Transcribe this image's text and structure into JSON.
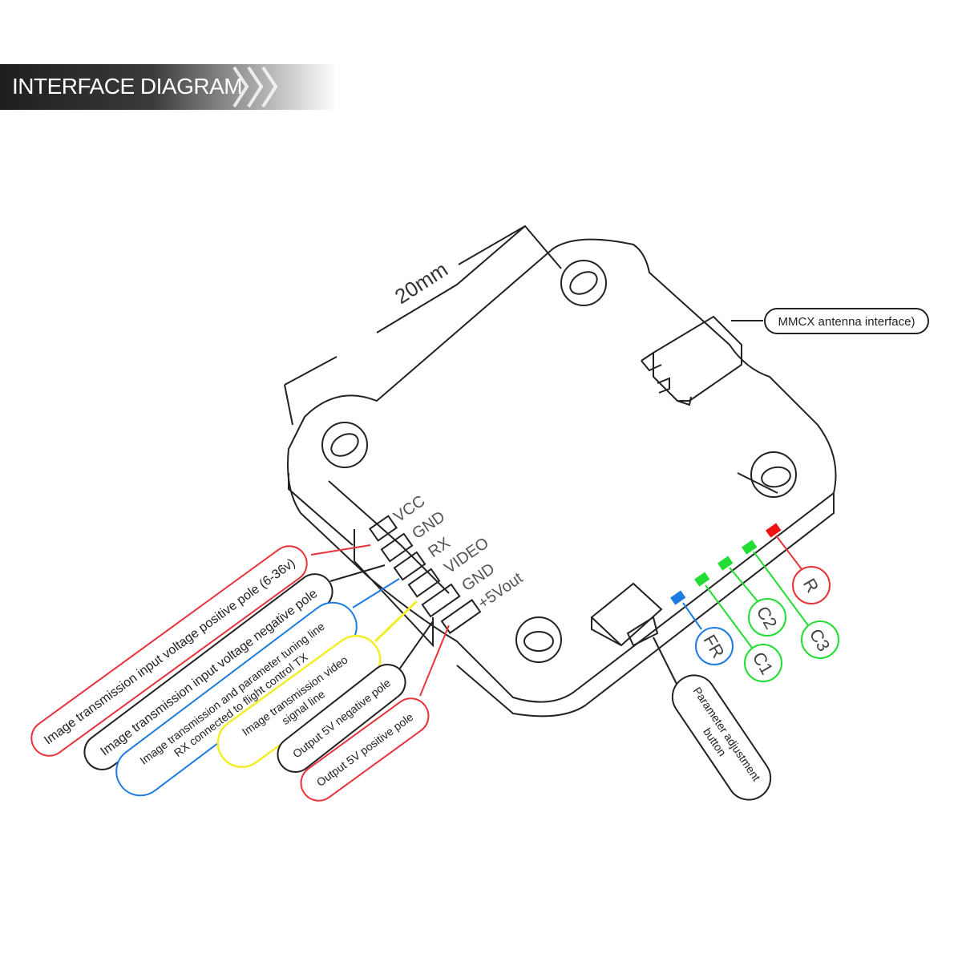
{
  "header": {
    "title": "INTERFACE DIAGRAM"
  },
  "dimension": {
    "label": "20mm"
  },
  "pins": [
    "VCC",
    "GND",
    "RX",
    "VIDEO",
    "GND",
    "+5Vout"
  ],
  "callouts": {
    "vcc": "Image transmission input voltage positive pole (6-36v)",
    "gnd": "Image transmission input voltage negative pole",
    "rx_line1": "Image transmission and parameter tuning line",
    "rx_line2": "RX connected to flight control TX",
    "video_line1": "Image transmission video",
    "video_line2": "signal line",
    "gnd_out": "Output 5V negative pole",
    "vout": "Output 5V positive pole",
    "button_line1": "Parameter adjustment",
    "button_line2": "button",
    "mmcx": "MMCX antenna interface)"
  },
  "leds": {
    "r": "R",
    "c3": "C3",
    "c2": "C2",
    "c1": "C1",
    "fr": "FR"
  },
  "colors": {
    "red": "#e8333a",
    "green": "#22dd33",
    "blue": "#1e7be0",
    "yellow": "#f2ee2a",
    "black": "#222222"
  }
}
